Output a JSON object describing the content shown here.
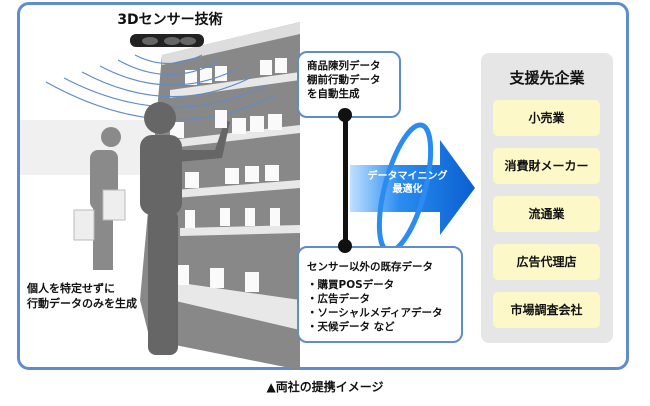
{
  "sensor_title": "3Dセンサー技術",
  "privacy_note": [
    "個人を特定せずに",
    "行動データのみを生成"
  ],
  "generated_data_box": [
    "商品陳列データ",
    "棚前行動データ",
    "を自動生成"
  ],
  "arrow": {
    "line1": "データマイニング",
    "line2": "最適化"
  },
  "existing_data_box": {
    "heading": "センサー以外の既存データ",
    "items": [
      "・購買POSデータ",
      "・広告データ",
      "・ソーシャルメディアデータ",
      "・天候データ など"
    ]
  },
  "support_panel": {
    "title": "支援先企業",
    "items": [
      "小売業",
      "消費財メーカー",
      "流通業",
      "広告代理店",
      "市場調査会社"
    ]
  },
  "caption": "▲両社の提携イメージ",
  "colors": {
    "frame": "#5f8ccb",
    "panel": "#e6e6e6",
    "item": "#fdf8c8",
    "arrow": "#1a73e8"
  }
}
